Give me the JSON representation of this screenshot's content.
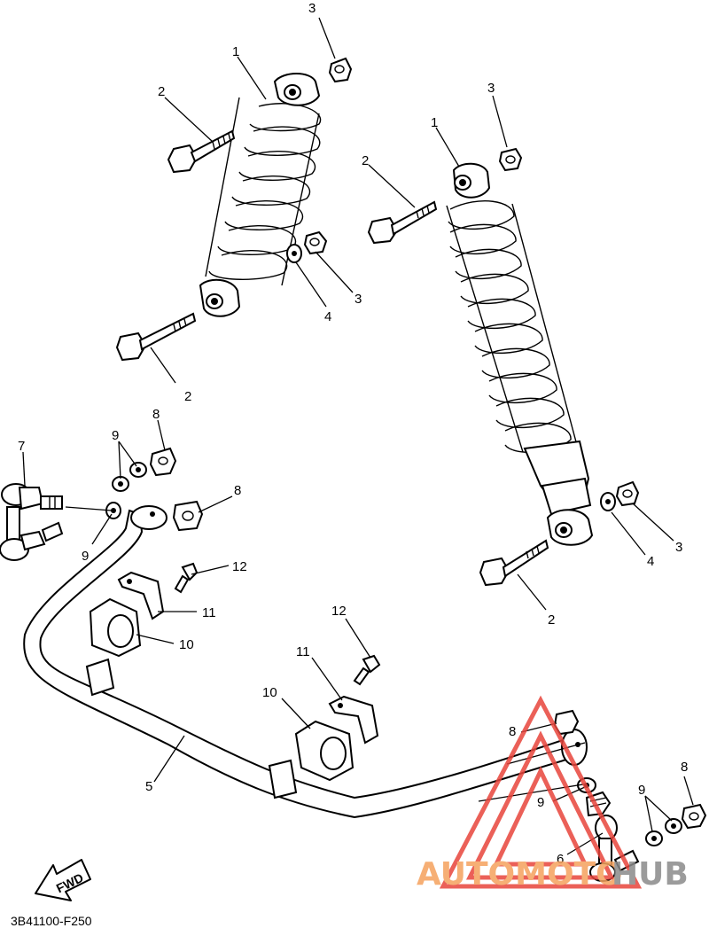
{
  "diagram": {
    "drawing_code": "3B41100-F250",
    "direction_label": "FWD"
  },
  "callouts": [
    {
      "id": "c1a",
      "number": "1"
    },
    {
      "id": "c1b",
      "number": "1"
    },
    {
      "id": "c2a",
      "number": "2"
    },
    {
      "id": "c2b",
      "number": "2"
    },
    {
      "id": "c2c",
      "number": "2"
    },
    {
      "id": "c2d",
      "number": "2"
    },
    {
      "id": "c3a",
      "number": "3"
    },
    {
      "id": "c3b",
      "number": "3"
    },
    {
      "id": "c3c",
      "number": "3"
    },
    {
      "id": "c3d",
      "number": "3"
    },
    {
      "id": "c4a",
      "number": "4"
    },
    {
      "id": "c4b",
      "number": "4"
    },
    {
      "id": "c5",
      "number": "5"
    },
    {
      "id": "c6",
      "number": "6"
    },
    {
      "id": "c7",
      "number": "7"
    },
    {
      "id": "c8a",
      "number": "8"
    },
    {
      "id": "c8b",
      "number": "8"
    },
    {
      "id": "c8c",
      "number": "8"
    },
    {
      "id": "c8d",
      "number": "8"
    },
    {
      "id": "c9a",
      "number": "9"
    },
    {
      "id": "c9b",
      "number": "9"
    },
    {
      "id": "c9c",
      "number": "9"
    },
    {
      "id": "c9d",
      "number": "9"
    },
    {
      "id": "c10a",
      "number": "10"
    },
    {
      "id": "c10b",
      "number": "10"
    },
    {
      "id": "c11a",
      "number": "11"
    },
    {
      "id": "c11b",
      "number": "11"
    },
    {
      "id": "c12a",
      "number": "12"
    },
    {
      "id": "c12b",
      "number": "12"
    }
  ],
  "watermark": {
    "text_part1": "AUTOMOTO",
    "text_part2": "HUB",
    "color_orange": "#f5a25d",
    "color_red": "#e8453c",
    "color_gray": "#8a8a8a"
  }
}
